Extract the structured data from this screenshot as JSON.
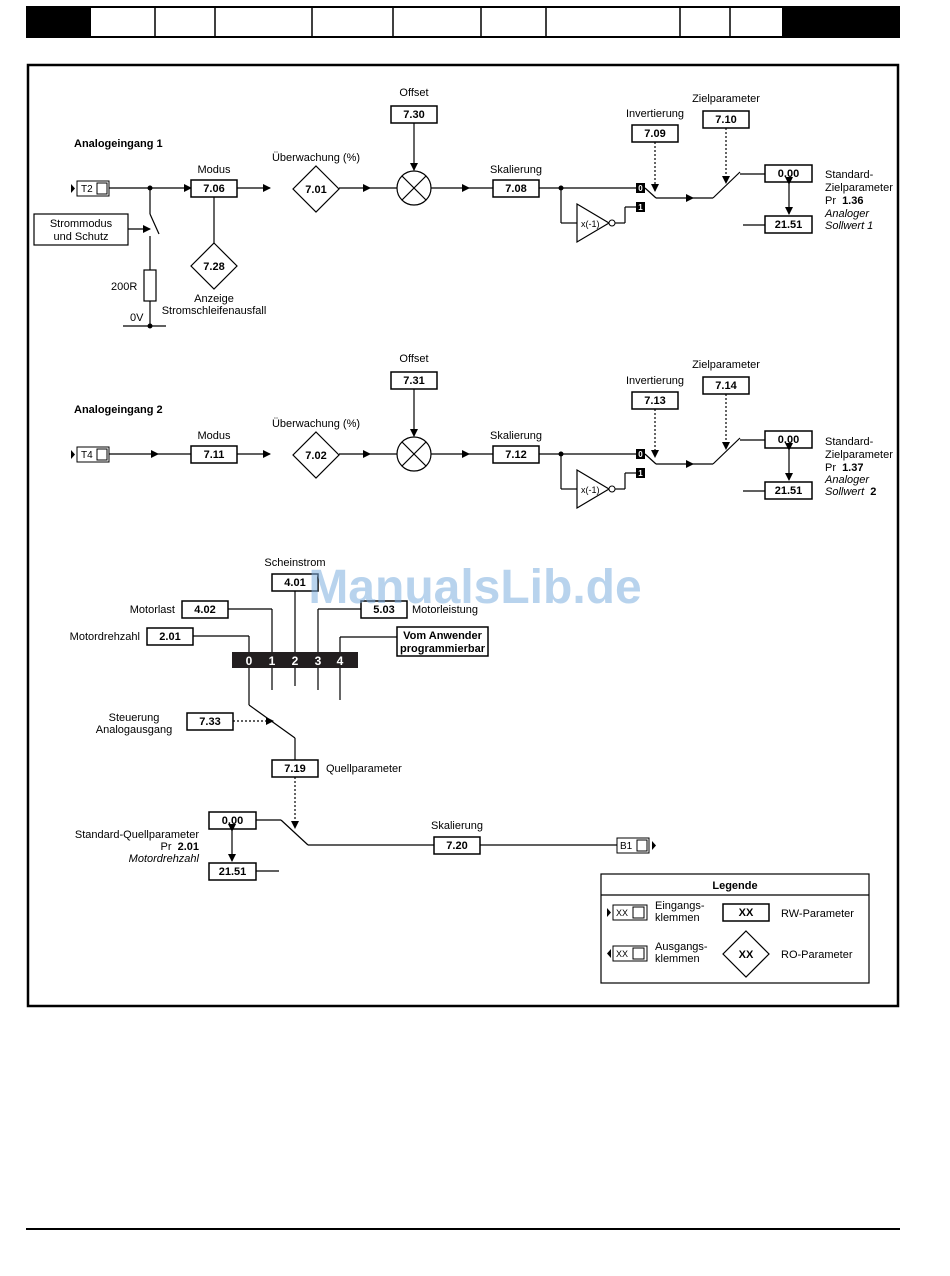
{
  "watermark": "ManualsLib.de",
  "header": {
    "cells": [
      "",
      "",
      "",
      "",
      "",
      "",
      "",
      "",
      ""
    ]
  },
  "analog1": {
    "title": "Analogeingang 1",
    "terminal": "T2",
    "current_mode": [
      "Strommodus",
      "und Schutz"
    ],
    "resistor": "200R",
    "zero_v": "0V",
    "mode_label": "Modus",
    "mode_param": "7.06",
    "monitor_label": "Überwachung (%)",
    "monitor_param": "7.01",
    "loss_param": "7.28",
    "loss_label": [
      "Anzeige",
      "Stromschleifenausfall"
    ],
    "offset_label": "Offset",
    "offset_param": "7.30",
    "scaling_label": "Skalierung",
    "scaling_param": "7.08",
    "invert_label": "Invertierung",
    "invert_param": "7.09",
    "invert_fn": "x(-1)",
    "sel0": "0",
    "sel1": "1",
    "dest_label": "Zielparameter",
    "dest_param": "7.10",
    "min": "0.00",
    "max": "21.51",
    "default_l1": "Standard-",
    "default_l2": "Zielparameter",
    "default_pr": "Pr",
    "default_pr_val": "1.36",
    "default_name1": "Analoger",
    "default_name2": "Sollwert 1"
  },
  "analog2": {
    "title": "Analogeingang 2",
    "terminal": "T4",
    "mode_label": "Modus",
    "mode_param": "7.11",
    "monitor_label": "Überwachung (%)",
    "monitor_param": "7.02",
    "offset_label": "Offset",
    "offset_param": "7.31",
    "scaling_label": "Skalierung",
    "scaling_param": "7.12",
    "invert_label": "Invertierung",
    "invert_param": "7.13",
    "invert_fn": "x(-1)",
    "sel0": "0",
    "sel1": "1",
    "dest_label": "Zielparameter",
    "dest_param": "7.14",
    "min": "0.00",
    "max": "21.51",
    "default_l1": "Standard-",
    "default_l2": "Zielparameter",
    "default_pr": "Pr",
    "default_pr_val": "1.37",
    "default_name1": "Analoger",
    "default_name2": "Sollwert",
    "default_name2_num": "2"
  },
  "output": {
    "apparent_label": "Scheinstrom",
    "apparent_param": "4.01",
    "motor_load_label": "Motorlast",
    "motor_load_param": "4.02",
    "motor_power_param": "5.03",
    "motor_power_label": "Motorleistung",
    "motor_speed_label": "Motordrehzahl",
    "motor_speed_param": "2.01",
    "user_prog": [
      "Vom Anwender",
      "programmierbar"
    ],
    "selector": [
      "0",
      "1",
      "2",
      "3",
      "4"
    ],
    "control_label": [
      "Steuerung",
      "Analogausgang"
    ],
    "control_param": "7.33",
    "source_param": "7.19",
    "source_label": "Quellparameter",
    "min": "0.00",
    "max": "21.51",
    "default_l1": "Standard-Quellparameter",
    "default_pr": "Pr",
    "default_pr_val": "2.01",
    "default_name": "Motordrehzahl",
    "scaling_label": "Skalierung",
    "scaling_param": "7.20",
    "terminal": "B1"
  },
  "legend": {
    "title": "Legende",
    "terminal_box": "XX",
    "in_label": [
      "Eingangs-",
      "klemmen"
    ],
    "out_label": [
      "Ausgangs-",
      "klemmen"
    ],
    "rw_box": "XX",
    "rw_label": "RW-Parameter",
    "ro_box": "XX",
    "ro_label": "RO-Parameter"
  }
}
